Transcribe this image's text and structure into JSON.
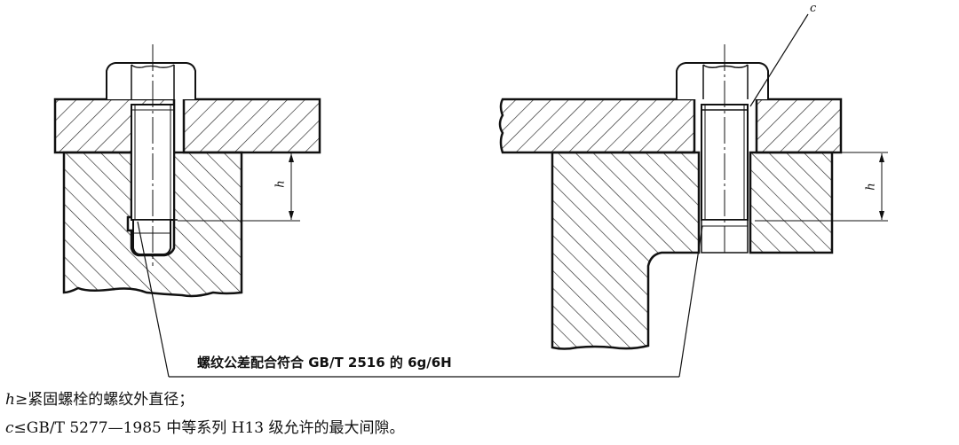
{
  "figure": {
    "left_assembly": {
      "dimension_label": "h"
    },
    "right_assembly": {
      "dimension_label": "h",
      "clearance_label": "c"
    },
    "callout": "螺纹公差配合符合 GB/T 2516 的 6g/6H"
  },
  "notes": [
    {
      "symbol": "h",
      "text": "≥紧固螺栓的螺纹外直径；"
    },
    {
      "symbol": "c",
      "text": "≤GB/T 5277—1985 中等系列 H13 级允许的最大间隙。"
    }
  ]
}
